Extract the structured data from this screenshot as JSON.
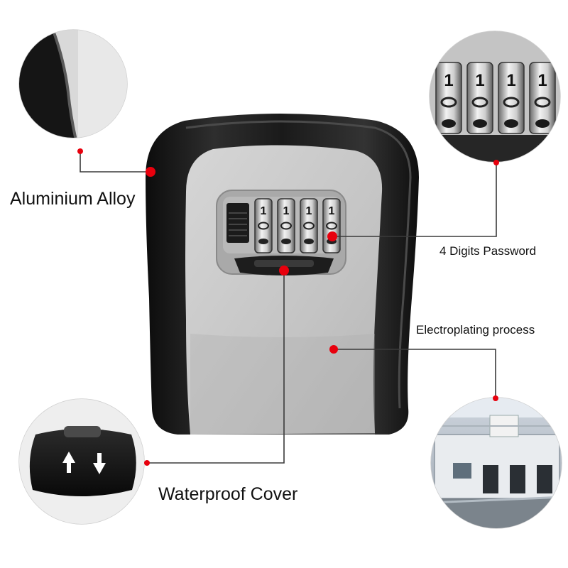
{
  "colors": {
    "callout_dot": "#e8000d",
    "leader_line": "#3a3a3a",
    "shell": "#1c1c1c",
    "body_panel": "#c9c9c9"
  },
  "labels": {
    "alloy": "Aluminium Alloy",
    "password": "4 Digits Password",
    "electroplating": "Electroplating process",
    "cover": "Waterproof Cover"
  },
  "dials": {
    "digits": [
      "1",
      "1",
      "1",
      "1"
    ]
  },
  "icons": {
    "cover_up": "arrow-up-icon",
    "cover_down": "arrow-down-icon"
  }
}
